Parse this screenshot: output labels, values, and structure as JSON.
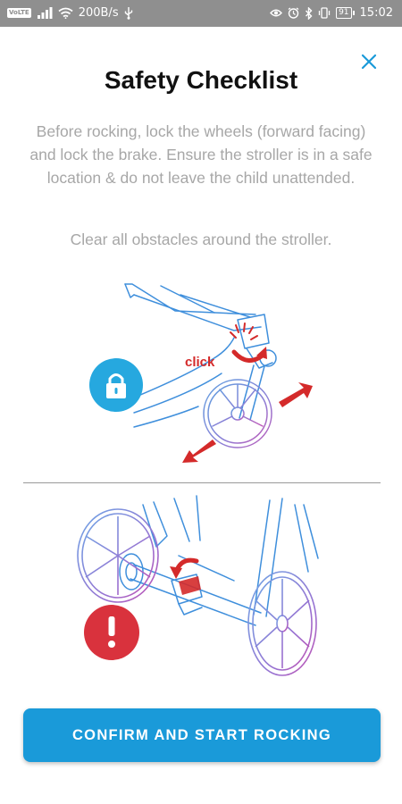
{
  "status_bar": {
    "carrier_badge": "VoLTE",
    "network_speed": "200B/s",
    "battery_level": "91",
    "time": "15:02"
  },
  "dialog": {
    "title": "Safety Checklist",
    "description": "Before rocking, lock the wheels (forward facing) and lock the brake. Ensure the stroller is in a safe location & do not leave the child unattended.",
    "note": "Clear all obstacles around the stroller.",
    "illustration_label": "click",
    "confirm_button": "CONFIRM AND START ROCKING"
  },
  "icons": {
    "close": "close-icon",
    "lock": "lock-icon",
    "warning": "exclamation-icon"
  },
  "colors": {
    "accent": "#1a9ad9",
    "lock_badge": "#26a8df",
    "warning_badge": "#d9323d",
    "arrow_red": "#d42a2a",
    "text_muted": "#a7a7a7",
    "status_bar": "#8f8f8f"
  }
}
